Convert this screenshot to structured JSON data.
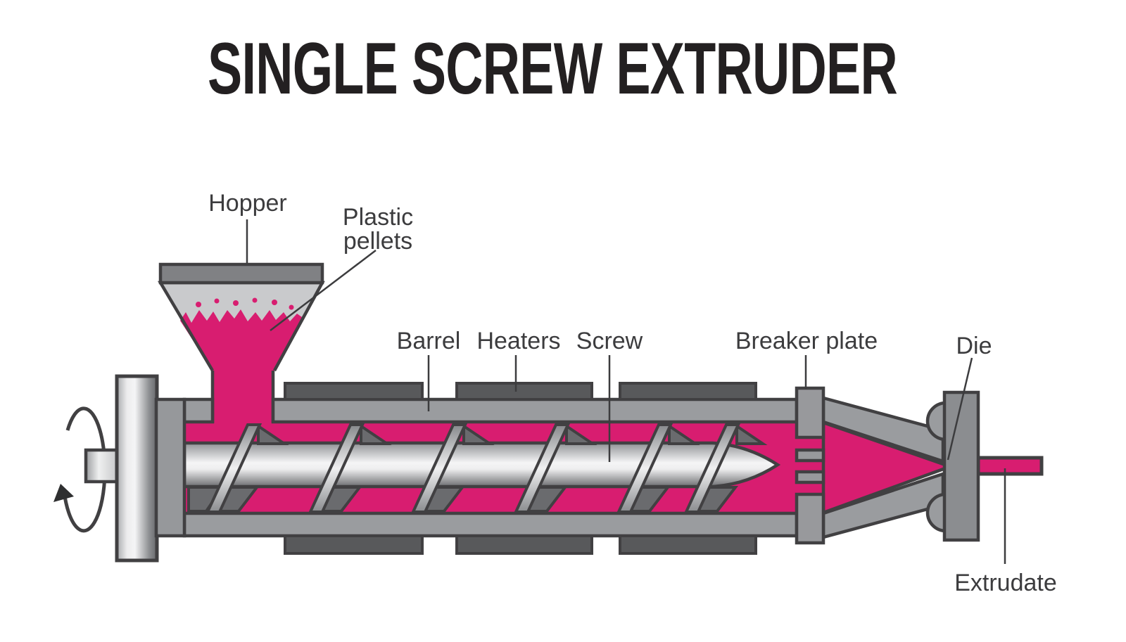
{
  "title": "SINGLE SCREW EXTRUDER",
  "labels": {
    "hopper": "Hopper",
    "plastic_pellets_line1": "Plastic",
    "plastic_pellets_line2": "pellets",
    "barrel": "Barrel",
    "heaters": "Heaters",
    "screw": "Screw",
    "breaker_plate": "Breaker plate",
    "die": "Die",
    "extrudate": "Extrudate"
  },
  "colors": {
    "background": "#ffffff",
    "title_text": "#232021",
    "label_text": "#3c3c3e",
    "outline": "#414042",
    "melt_pink": "#d81d70",
    "barrel_gray": "#9a9c9f",
    "heater_gray": "#58595b",
    "hopper_rim_gray": "#808184",
    "hopper_interior_gray": "#c9cacc",
    "hidden_flight_gray": "#6a6b6e",
    "die_plate_gray": "#8b8d90"
  }
}
